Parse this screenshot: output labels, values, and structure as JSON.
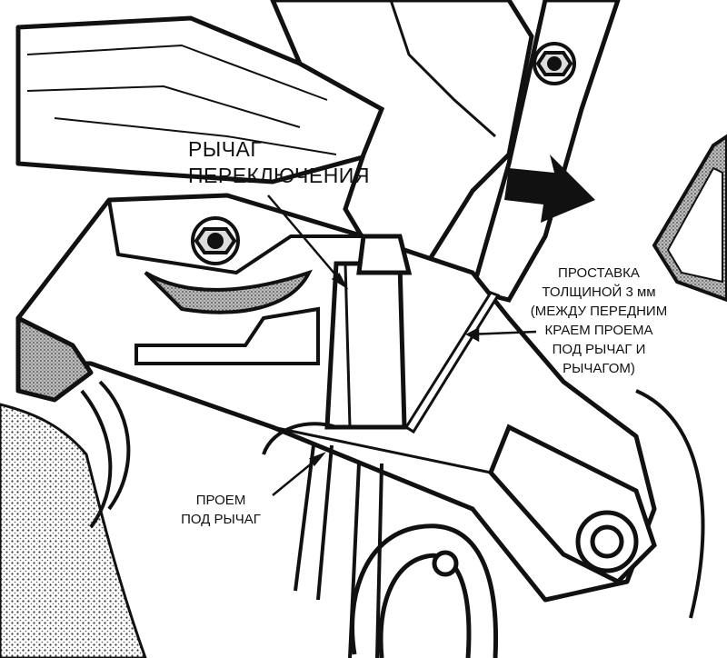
{
  "labels": {
    "shift_lever": [
      "РЫЧАГ",
      "ПЕРЕКЛЮЧЕНИЯ"
    ],
    "spacer": [
      "ПРОСТАВКА",
      "ТОЛЩИНОЙ 3 мм",
      "(МЕЖДУ ПЕРЕДНИМ",
      "КРАЕМ ПРОЕМА",
      "ПОД РЫЧАГ И",
      "РЫЧАГОМ)"
    ],
    "lever_opening": [
      "ПРОЕМ",
      "ПОД РЫЧАГ"
    ]
  },
  "colors": {
    "ink": "#111111",
    "paper": "#ffffff",
    "shade": "#8a8a8a"
  },
  "icons": [
    "bolt-icon",
    "direction-arrow-icon"
  ]
}
